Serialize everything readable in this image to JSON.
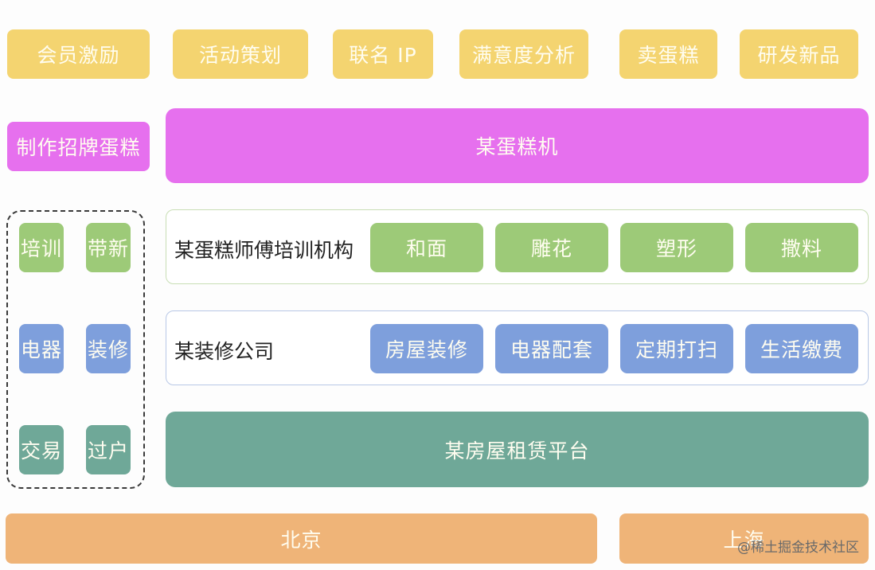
{
  "top_row": [
    {
      "label": "会员激励"
    },
    {
      "label": "活动策划"
    },
    {
      "label": "联名 IP"
    },
    {
      "label": "满意度分析"
    },
    {
      "label": "卖蛋糕"
    },
    {
      "label": "研发新品"
    }
  ],
  "machine_row": {
    "side_label": "制作招牌蛋糕",
    "main_label": "某蛋糕机"
  },
  "side_panel": {
    "items": [
      {
        "label": "培训"
      },
      {
        "label": "带新"
      },
      {
        "label": "电器"
      },
      {
        "label": "装修"
      },
      {
        "label": "交易"
      },
      {
        "label": "过户"
      }
    ]
  },
  "training_row": {
    "title": "某蛋糕师傅培训机构",
    "items": [
      {
        "label": "和面"
      },
      {
        "label": "雕花"
      },
      {
        "label": "塑形"
      },
      {
        "label": "撒料"
      }
    ]
  },
  "decoration_row": {
    "title": "某装修公司",
    "items": [
      {
        "label": "房屋装修"
      },
      {
        "label": "电器配套"
      },
      {
        "label": "定期打扫"
      },
      {
        "label": "生活缴费"
      }
    ]
  },
  "rental_row": {
    "label": "某房屋租赁平台"
  },
  "city_row": [
    {
      "label": "北京"
    },
    {
      "label": "上海"
    }
  ],
  "watermark": "@稀土掘金技术社区",
  "colors": {
    "yellow": "#f4d470",
    "magenta": "#e670ee",
    "green": "#9dca78",
    "blue": "#7e9fdc",
    "teal": "#6fa898",
    "orange": "#efb478"
  }
}
